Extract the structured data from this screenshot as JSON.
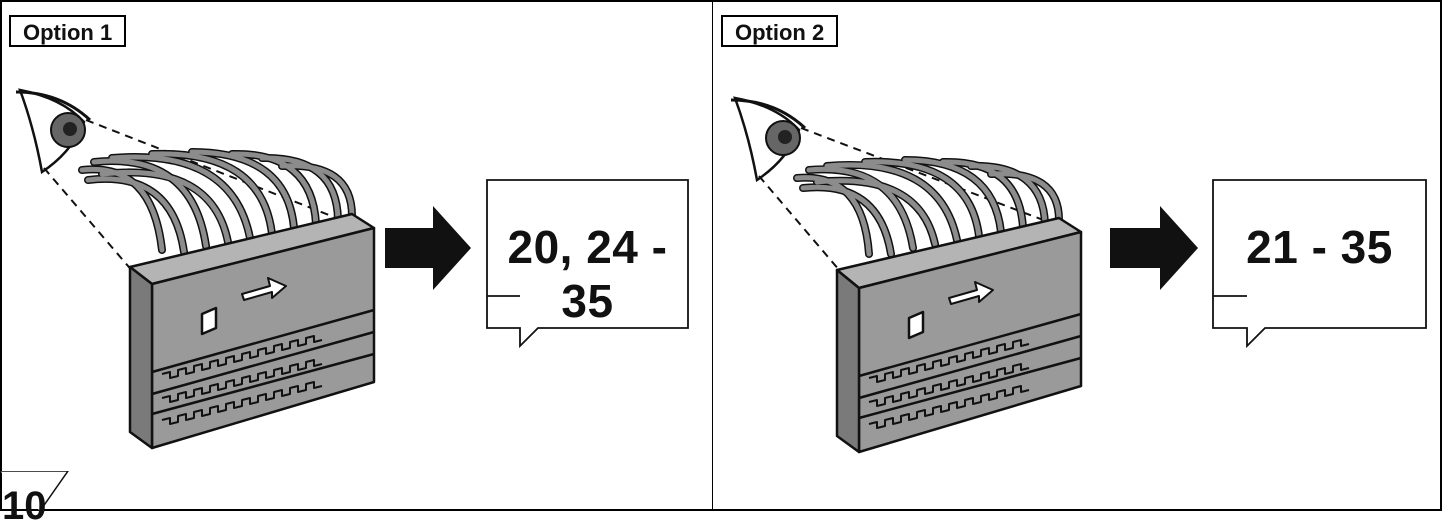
{
  "options": [
    {
      "label": "Option 1",
      "range": "20, 24 - 35"
    },
    {
      "label": "Option 2",
      "range": "21 - 35"
    }
  ],
  "page_number": "10",
  "colors": {
    "connector": "#9a9a9a",
    "connector_dark": "#6f6f6f",
    "wire": "#8c8c8c",
    "ink": "#111111"
  }
}
